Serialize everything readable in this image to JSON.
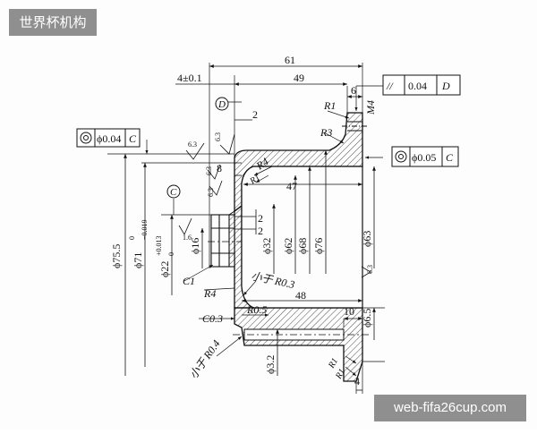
{
  "watermark_top_left": "世界杯机构",
  "watermark_bottom_right": "web-fifa26cup.com",
  "dimensions": {
    "overall_length": "61",
    "flange_span": "49",
    "offset": "4±0.1",
    "thread_side": "6",
    "thread": "M4",
    "gap_2": "2",
    "hub_8": "8",
    "length_47": "47",
    "length_48": "48",
    "length_10": "10",
    "thick_4": "4",
    "step_2a": "2",
    "step_2b": "2",
    "d75": "ϕ75.5",
    "d71": "ϕ71",
    "d71_tol_up": "0",
    "d71_tol_low": "−0.019",
    "d22": "ϕ22",
    "d22_tol_up": "+0.013",
    "d22_tol_low": "0",
    "d16": "ϕ16",
    "d32": "ϕ32",
    "d62": "ϕ62",
    "d68": "ϕ68",
    "d76": "ϕ76",
    "d63": "ϕ63",
    "d6_5": "ϕ6.5",
    "d3_2": "ϕ3.2"
  },
  "radii": {
    "r1_top": "R1",
    "r3": "R3",
    "r4_upper": "R4",
    "r_small": "R1",
    "r4_lower": "R4",
    "r05": "R0.5",
    "small_r03": "小于 R0.3",
    "small_r04": "小于 R0.4",
    "r1_bottom_a": "R1",
    "r1_bottom_b": "R1"
  },
  "chamfers": {
    "c1": "C1",
    "c03": "C0.3"
  },
  "datums": {
    "d": "D",
    "c": "C"
  },
  "tolerances": {
    "parallel": {
      "symbol": "//",
      "value": "0.04",
      "datum": "D"
    },
    "concentric_left": {
      "symbol": "◎",
      "value": "ϕ0.04",
      "datum": "C"
    },
    "concentric_right": {
      "symbol": "◎",
      "value": "ϕ0.05",
      "datum": "C"
    }
  },
  "roughness": {
    "top": "6.3",
    "flange": "6.3",
    "inner_a": "6.3",
    "inner_b": "6.3",
    "bore": "1.6",
    "right": "6.3"
  }
}
